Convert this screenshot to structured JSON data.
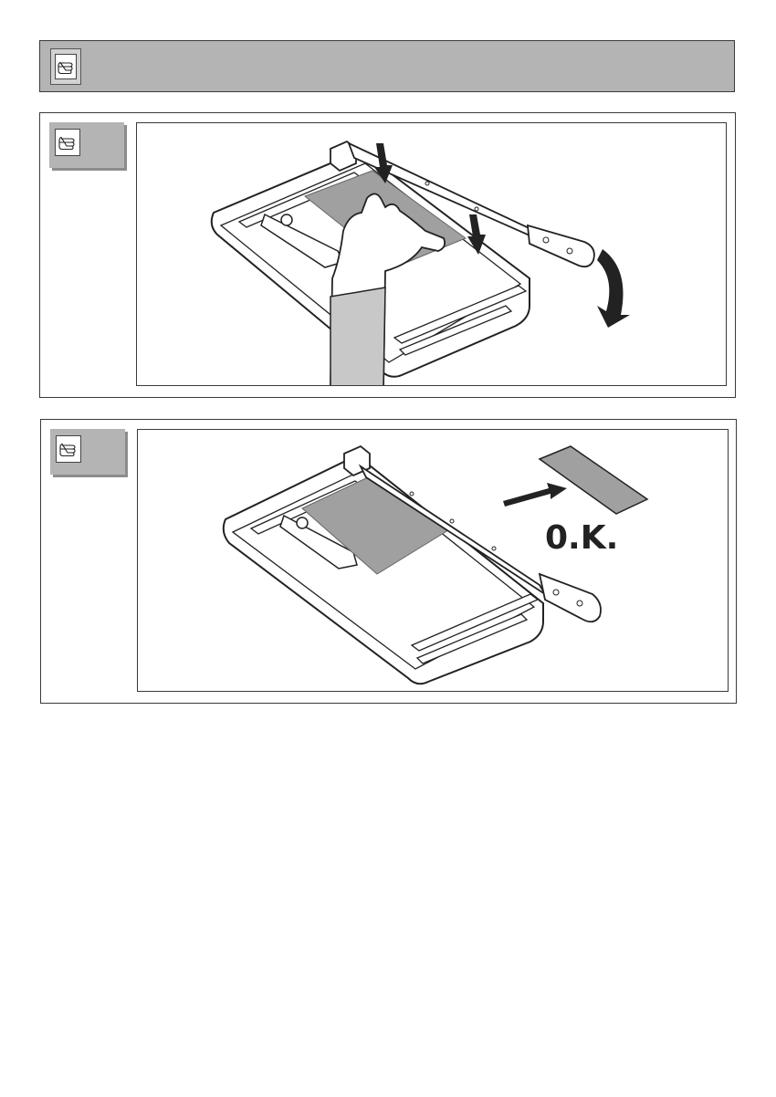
{
  "header": {
    "icon": "pointing-hand-icon"
  },
  "steps": [
    {
      "icon": "pointing-hand-icon",
      "illustration": "paper-cutter-cutting"
    },
    {
      "icon": "pointing-hand-icon",
      "illustration": "paper-cutter-result",
      "result_label": "0.K."
    }
  ],
  "colors": {
    "header_bg": "#b4b4b4",
    "paper": "#a0a0a0",
    "border": "#3a3a3a"
  }
}
